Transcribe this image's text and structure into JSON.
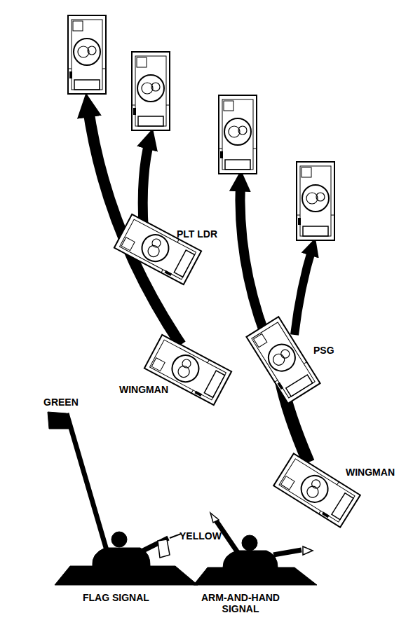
{
  "diagram": {
    "labels": [
      "PLT LDR",
      "WINGMAN",
      "PSG",
      "WINGMAN",
      "GREEN",
      "YELLOW",
      "FLAG SIGNAL",
      "ARM-AND-HAND SIGNAL"
    ]
  }
}
